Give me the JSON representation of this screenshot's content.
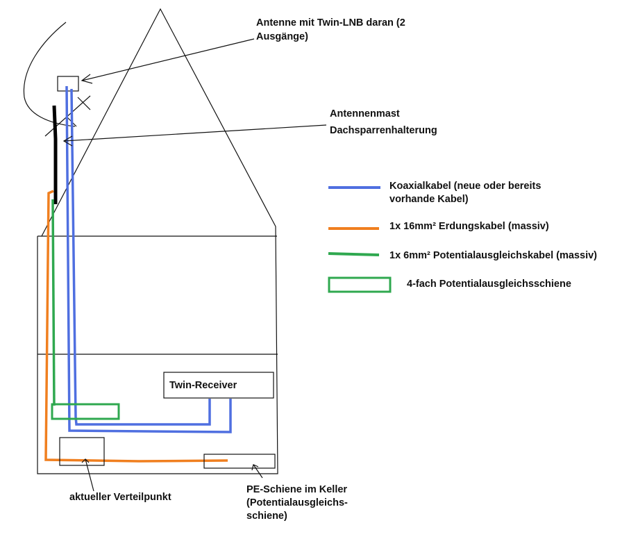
{
  "labels": {
    "antenna_line1": "Antenne mit Twin-LNB daran (2",
    "antenna_line2": "Ausgänge)",
    "mast_line1": "Antennenmast",
    "mast_line2": "Dachsparrenhalterung",
    "receiver": "Twin-Receiver",
    "distribution": "aktueller Verteilpunkt",
    "pe_line1": "PE-Schiene im Keller",
    "pe_line2": "(Potentialausgleichs-",
    "pe_line3": "schiene)"
  },
  "legend": {
    "coax_line1": "Koaxialkabel (neue oder bereits",
    "coax_line2": "vorhande Kabel)",
    "ground": "1x 16mm² Erdungskabel (massiv)",
    "equipotential": "1x 6mm² Potentialausgleichskabel (massiv)",
    "busbar": "4-fach Potentialausgleichsschiene"
  },
  "colors": {
    "coax": "#4f6fe0",
    "ground": "#f07f1f",
    "equipotential": "#2fa84f",
    "mast": "#000000",
    "outline": "#111111"
  }
}
